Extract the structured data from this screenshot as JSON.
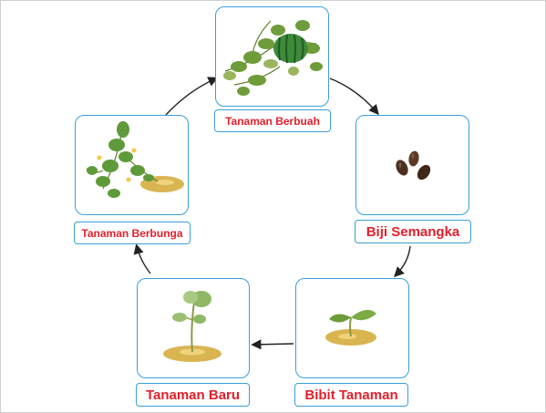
{
  "stages": [
    {
      "id": "fruiting",
      "label": "Tanaman Berbuah",
      "icon": "watermelon-plant-icon"
    },
    {
      "id": "seed",
      "label": "Biji Semangka",
      "icon": "seeds-icon"
    },
    {
      "id": "seedling",
      "label": "Bibit Tanaman",
      "icon": "seedling-icon"
    },
    {
      "id": "young",
      "label": "Tanaman Baru",
      "icon": "young-plant-icon"
    },
    {
      "id": "flowering",
      "label": "Tanaman Berbunga",
      "icon": "flowering-plant-icon"
    }
  ],
  "colors": {
    "border": "#3aa0d6",
    "label_text": "#e2202b",
    "arrow": "#222222",
    "leaf": "#5f9a3a",
    "soil": "#d9b552"
  }
}
